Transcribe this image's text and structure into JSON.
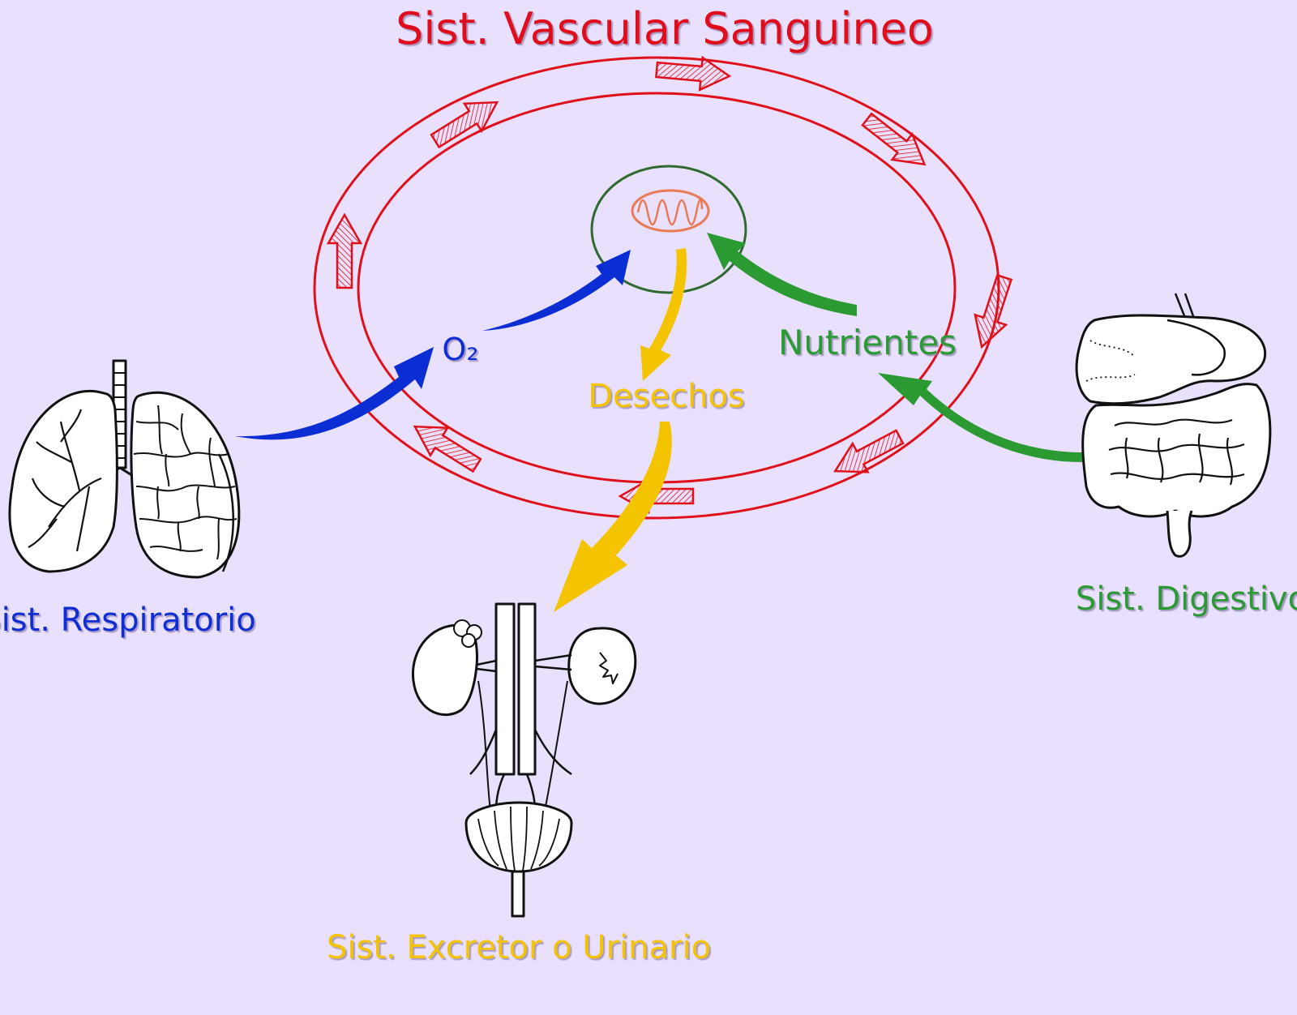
{
  "diagram": {
    "title": "Sist. Vascular Sanguineo",
    "o2_label": "O₂",
    "desechos_label": "Desechos",
    "nutrientes_label": "Nutrientes",
    "respiratorio_label": "Sist. Respiratorio",
    "digestivo_label": "Sist. Digestivo",
    "excretor_label": "Sist. Excretor o Urinario"
  },
  "colors": {
    "background": "#e8e0fc",
    "vascular": "#e0101a",
    "oxygen": "#0b2ed4",
    "waste": "#f5c400",
    "nutrients": "#2c9a32",
    "cell": "#2f6b2f",
    "mitochondria": "#e87a55"
  },
  "icons": [
    "lungs-icon",
    "digestive-system-icon",
    "urinary-system-icon",
    "mitochondria-icon"
  ]
}
